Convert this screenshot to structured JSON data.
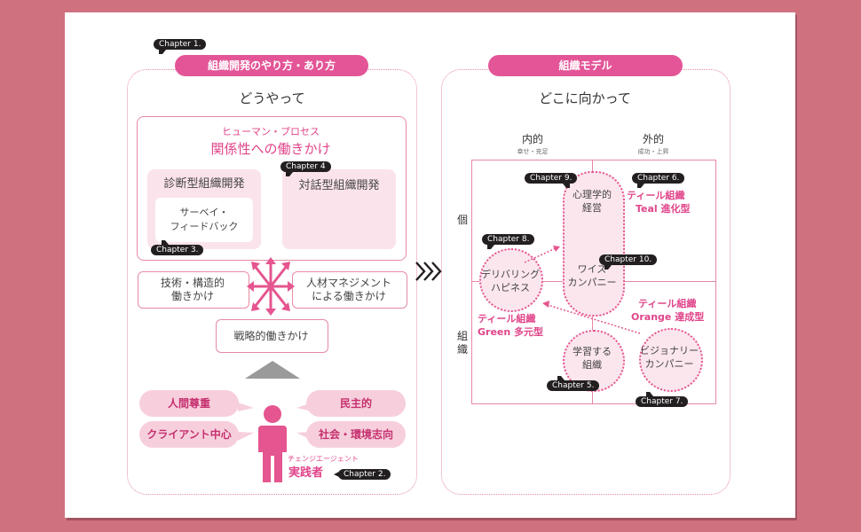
{
  "left": {
    "chapter_tag": "Chapter 1.",
    "title": "組織開発のやり方・あり方",
    "heading": "どうやって",
    "human_process_label": "ヒューマン・プロセス",
    "human_process_title": "関係性への働きかけ",
    "diagnostic": {
      "title": "診断型組織開発",
      "inner_line1": "サーベイ・",
      "inner_line2": "フィードバック",
      "tag": "Chapter 3."
    },
    "dialogic": {
      "title": "対話型組織開発",
      "tag": "Chapter 4"
    },
    "technical": {
      "line1": "技術・構造的",
      "line2": "働きかけ"
    },
    "hr": {
      "line1": "人材マネジメント",
      "line2": "による働きかけ"
    },
    "strategic": "戦略的働きかけ",
    "values": {
      "respect": "人間尊重",
      "client": "クライアント中心",
      "democratic": "民主的",
      "social": "社会・環境志向"
    },
    "practitioner": {
      "sub": "チェンジエージェント",
      "title": "実践者",
      "tag": "Chapter 2."
    }
  },
  "right": {
    "title": "組織モデル",
    "heading": "どこに向かって",
    "col_inner": {
      "title": "内的",
      "sub": "幸せ・充足"
    },
    "col_outer": {
      "title": "外的",
      "sub": "成功・上昇"
    },
    "row_individual": "個",
    "row_organization": "組織",
    "teal": {
      "line1": "ティール組織",
      "line2": "Teal 進化型",
      "tag": "Chapter 6."
    },
    "psych": {
      "line1": "心理学的",
      "line2": "経営",
      "tag": "Chapter 9."
    },
    "delivering": {
      "line1": "デリバリング",
      "line2": "ハピネス",
      "tag": "Chapter 8."
    },
    "wise": {
      "line1": "ワイズ",
      "line2": "カンパニー",
      "tag": "Chapter 10."
    },
    "green": {
      "line1": "ティール組織",
      "line2": "Green 多元型"
    },
    "orange": {
      "line1": "ティール組織",
      "line2": "Orange 達成型"
    },
    "learning": {
      "line1": "学習する",
      "line2": "組織",
      "tag": "Chapter 5."
    },
    "visionary": {
      "line1": "ビジョナリー",
      "line2": "カンパニー",
      "tag": "Chapter 7."
    }
  },
  "colors": {
    "accent": "#e35597",
    "background": "#d0717f",
    "bubble": "#f7cfdc"
  }
}
